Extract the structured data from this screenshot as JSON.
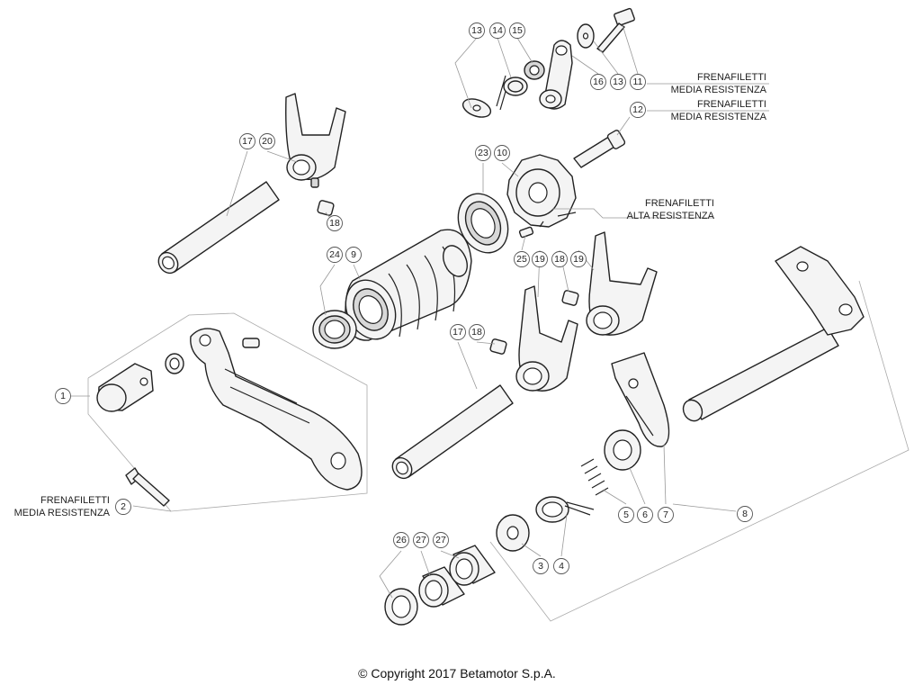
{
  "copyright": "© Copyright 2017 Betamotor S.p.A.",
  "notes": {
    "n11": [
      "FRENAFILETTI",
      "MEDIA RESISTENZA"
    ],
    "n12": [
      "FRENAFILETTI",
      "MEDIA RESISTENZA"
    ],
    "n25": [
      "FRENAFILETTI",
      "ALTA RESISTENZA"
    ],
    "n2": [
      "FRENAFILETTI",
      "MEDIA RESISTENZA"
    ]
  },
  "callouts": {
    "c13a": "13",
    "c14": "14",
    "c15": "15",
    "c16": "16",
    "c13b": "13",
    "c11": "11",
    "c12": "12",
    "c17a": "17",
    "c20": "20",
    "c18a": "18",
    "c23": "23",
    "c10": "10",
    "c24": "24",
    "c9": "9",
    "c25": "25",
    "c19a": "19",
    "c18b": "18",
    "c19b": "19",
    "c17b": "17",
    "c18c": "18",
    "c1": "1",
    "c2": "2",
    "c5": "5",
    "c6": "6",
    "c7": "7",
    "c8": "8",
    "c3": "3",
    "c4": "4",
    "c26": "26",
    "c27a": "27",
    "c27b": "27"
  }
}
